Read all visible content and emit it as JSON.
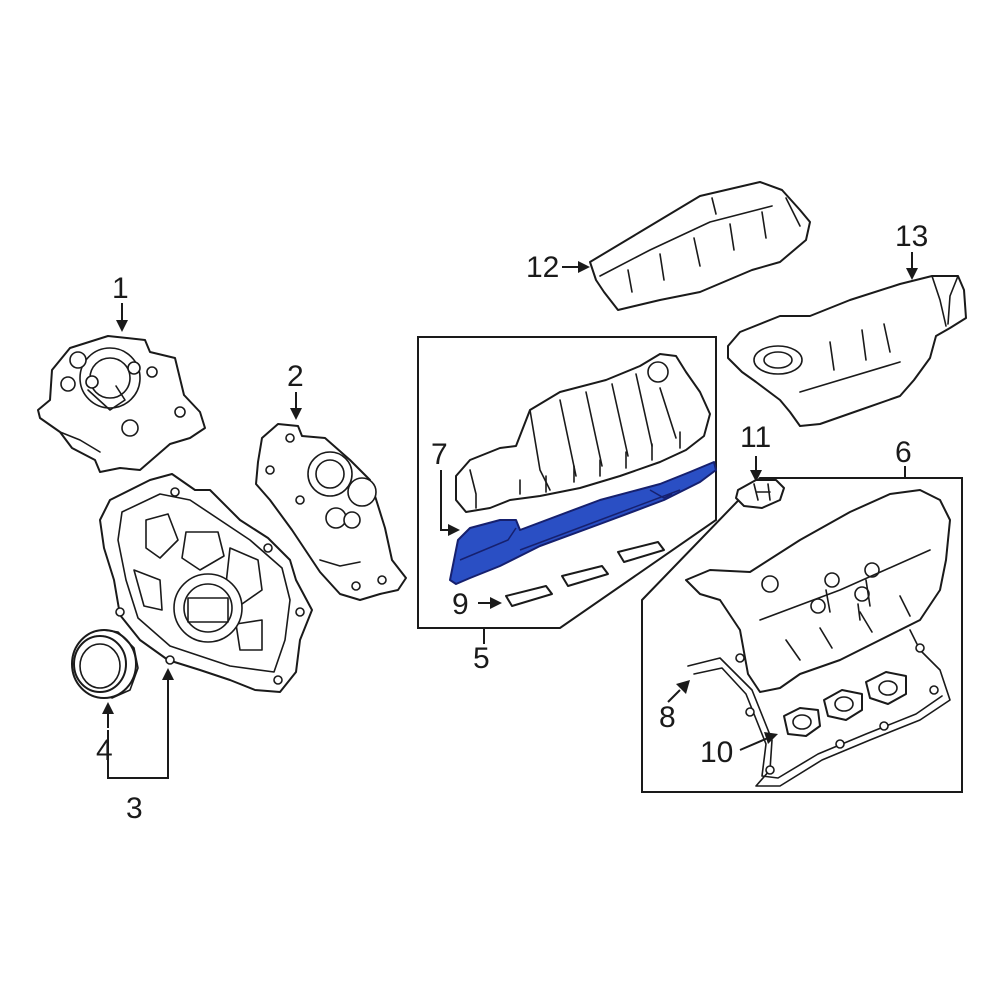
{
  "diagram": {
    "callouts": [
      {
        "id": "c1",
        "label": "1"
      },
      {
        "id": "c2",
        "label": "2"
      },
      {
        "id": "c3",
        "label": "3"
      },
      {
        "id": "c4",
        "label": "4"
      },
      {
        "id": "c5",
        "label": "5"
      },
      {
        "id": "c6",
        "label": "6"
      },
      {
        "id": "c7",
        "label": "7"
      },
      {
        "id": "c8",
        "label": "8"
      },
      {
        "id": "c9",
        "label": "9"
      },
      {
        "id": "c10",
        "label": "10"
      },
      {
        "id": "c11",
        "label": "11"
      },
      {
        "id": "c12",
        "label": "12"
      },
      {
        "id": "c13",
        "label": "13"
      }
    ],
    "highlighted_callout": "7",
    "colors": {
      "line": "#1a1a1a",
      "highlight_fill": "#2a4fc4",
      "highlight_stroke": "#16206e",
      "background": "#ffffff"
    }
  }
}
